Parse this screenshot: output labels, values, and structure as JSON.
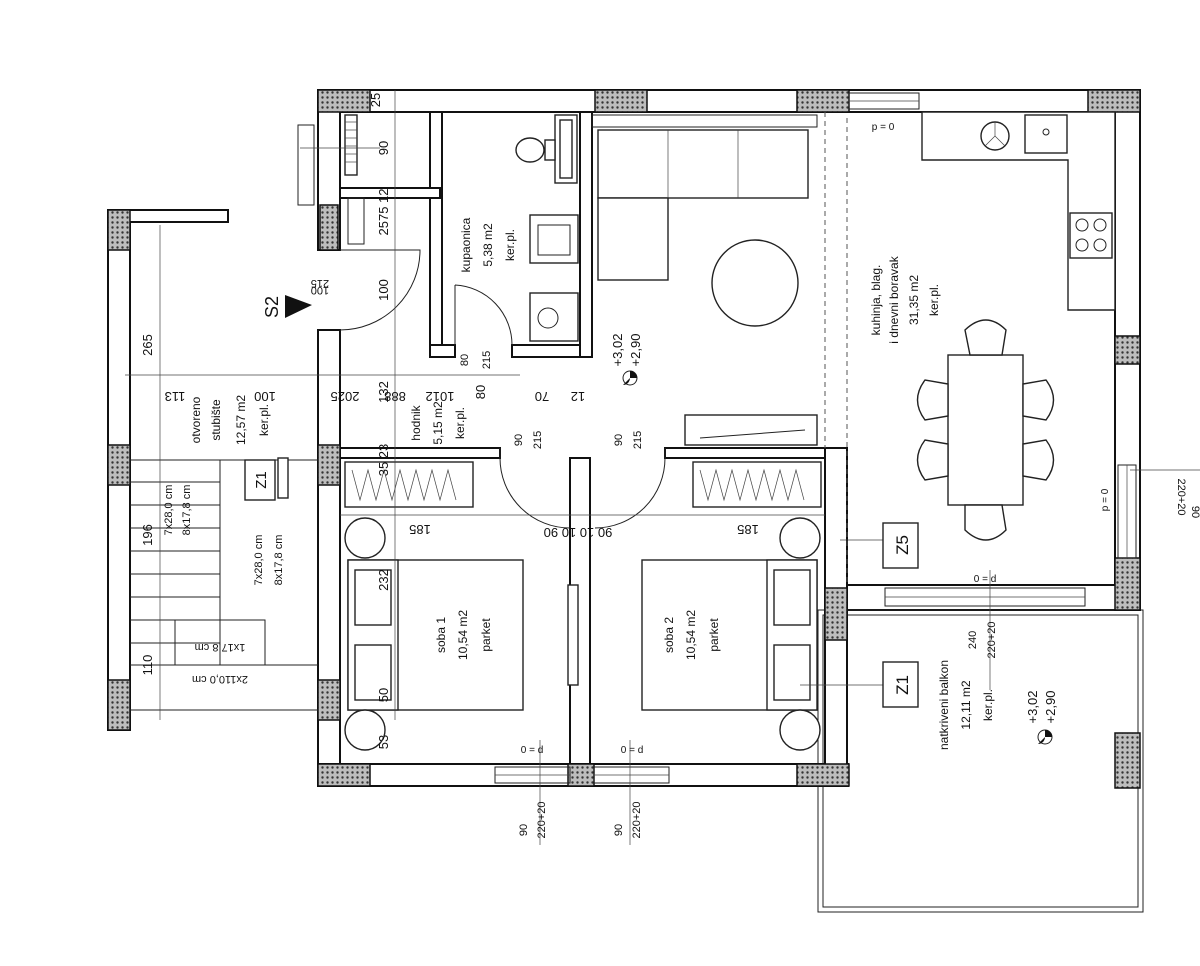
{
  "rooms": {
    "bathroom": {
      "name": "kupaonica",
      "area": "5,38 m2",
      "floor": "ker.pl."
    },
    "kitchen": {
      "name_line1": "kuhinja, blag.",
      "name_line2": "i dnevni boravak",
      "area": "31,35 m2",
      "floor": "ker.pl."
    },
    "stair": {
      "name_line1": "otvoreno",
      "name_line2": "stubište",
      "area": "12,57 m2",
      "floor": "ker.pl."
    },
    "hall": {
      "name": "hodnik",
      "area": "5,15 m2",
      "floor": "ker.pl."
    },
    "room1": {
      "name": "soba 1",
      "area": "10,54 m2",
      "floor": "parket"
    },
    "room2": {
      "name": "soba 2",
      "area": "10,54 m2",
      "floor": "parket"
    },
    "balcony": {
      "name": "natkriveni balkon",
      "area": "12,11 m2",
      "floor": "ker.pl."
    }
  },
  "markers": {
    "s2": "S2",
    "z5": "Z5",
    "z1_balcony": "Z1",
    "z1_stair": "Z1"
  },
  "levels": {
    "center_a": "+3,02",
    "center_b": "+2,90",
    "balcony_a": "+3,02",
    "balcony_b": "+2,90"
  },
  "window_marks": {
    "p0_top": "p = 0",
    "p0_right": "p = 0",
    "room1": "0 = d",
    "room2": "0 = d",
    "balcony_door": "0 = d"
  },
  "openings": {
    "room1_bottom_w": "90",
    "room1_bottom_h": "220+20",
    "room2_bottom_w": "90",
    "room2_bottom_h": "220+20",
    "balcony_w": "240",
    "balcony_h": "220+20",
    "right_w": "90",
    "right_h": "220+20",
    "door_s2_w": "100",
    "door_s2_h": "215",
    "door_bath_w": "80",
    "door_bath_h": "215",
    "door_r1_w": "90",
    "door_r1_h": "215",
    "door_r2_w": "90",
    "door_r2_h": "215"
  },
  "stairs": {
    "flight1_a": "7x28,0 cm",
    "flight1_b": "8x17,8 cm",
    "flight2_a": "7x28,0 cm",
    "flight2_b": "8x17,8 cm",
    "landing_a": "1x17,8 cm",
    "landing_b": "2x110,0 cm"
  },
  "dims": {
    "d265": "265",
    "d196": "196",
    "d110": "110",
    "d113": "113",
    "d100a": "100",
    "d2025": "2025",
    "d132": "132",
    "d888": "888",
    "d1012": "1012",
    "d80": "80",
    "d70": "70",
    "d12": "12",
    "d25": "25",
    "d90": "90",
    "d100b": "100",
    "d185a": "185",
    "d185b": "185",
    "dmid": "90 10 10 90",
    "d232": "232",
    "d50": "50",
    "d53": "53",
    "d3523": "35 23",
    "d2575": "2575 12"
  }
}
